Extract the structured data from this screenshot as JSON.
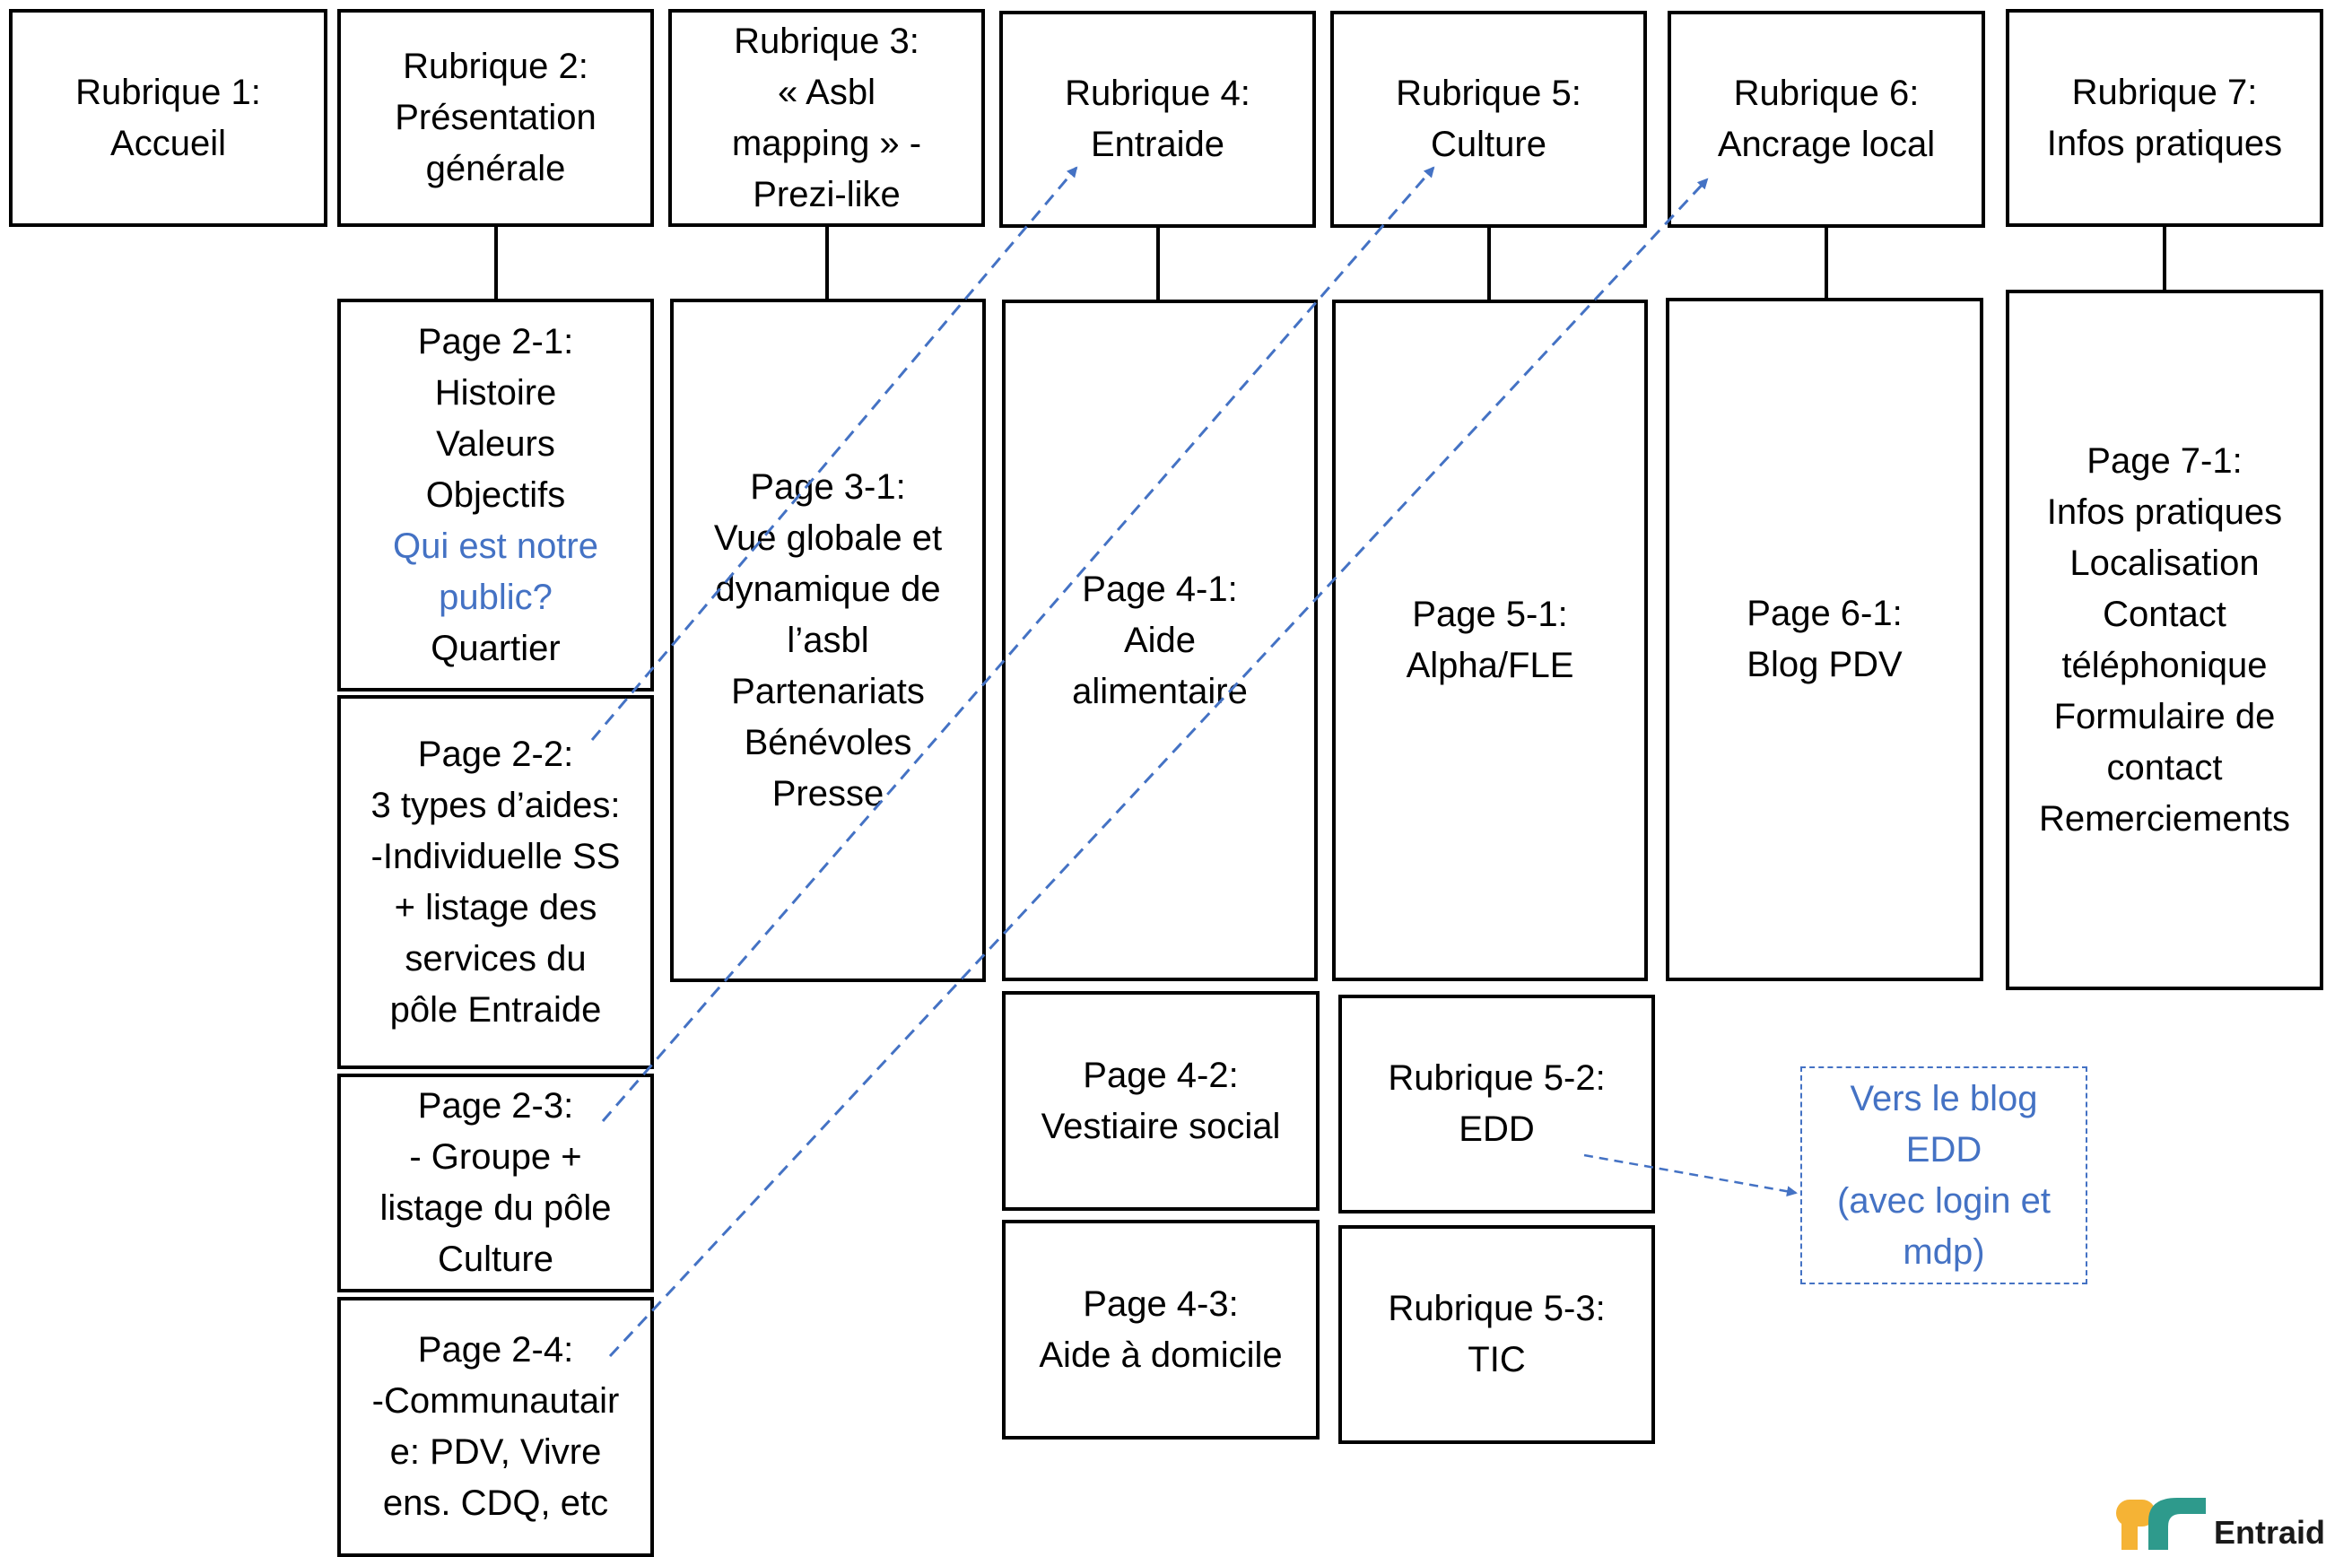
{
  "rubriques": [
    {
      "lines": [
        "Rubrique 1:",
        "Accueil"
      ]
    },
    {
      "lines": [
        "Rubrique 2:",
        "Présentation",
        "générale"
      ]
    },
    {
      "lines": [
        "Rubrique 3:",
        "« Asbl",
        "mapping » -",
        "Prezi-like"
      ]
    },
    {
      "lines": [
        "Rubrique 4:",
        "Entraide"
      ]
    },
    {
      "lines": [
        "Rubrique 5:",
        "Culture"
      ]
    },
    {
      "lines": [
        "Rubrique 6:",
        "Ancrage local"
      ]
    },
    {
      "lines": [
        "Rubrique 7:",
        "Infos pratiques"
      ]
    }
  ],
  "pages": {
    "p2_1": {
      "lines": [
        "Page 2-1:",
        "Histoire",
        "Valeurs",
        "Objectifs",
        "Qui est notre",
        "public?",
        "Quartier"
      ]
    },
    "p2_2": {
      "lines": [
        "Page 2-2:",
        "3 types d’aides:",
        "-Individuelle SS",
        "+ listage des",
        "services du",
        "pôle Entraide"
      ]
    },
    "p2_3": {
      "lines": [
        "Page 2-3:",
        "- Groupe +",
        "listage du pôle",
        "Culture"
      ]
    },
    "p2_4": {
      "lines": [
        "Page 2-4:",
        "-Communautair",
        "e: PDV, Vivre",
        "ens. CDQ, etc"
      ]
    },
    "p3_1": {
      "lines": [
        "Page 3-1:",
        "Vue globale et",
        "dynamique de",
        "l’asbl",
        "Partenariats",
        "Bénévoles",
        "Presse"
      ]
    },
    "p4_1": {
      "lines": [
        "Page 4-1:",
        "Aide",
        "alimentaire"
      ]
    },
    "p4_2": {
      "lines": [
        "Page 4-2:",
        "Vestiaire social"
      ]
    },
    "p4_3": {
      "lines": [
        "Page 4-3:",
        "Aide à domicile"
      ]
    },
    "p5_1": {
      "lines": [
        "Page 5-1:",
        "Alpha/FLE"
      ]
    },
    "p5_2": {
      "lines": [
        "Rubrique 5-2:",
        "EDD"
      ]
    },
    "p5_3": {
      "lines": [
        "Rubrique 5-3:",
        "TIC"
      ]
    },
    "p6_1": {
      "lines": [
        "Page 6-1:",
        "Blog PDV"
      ]
    },
    "p7_1": {
      "lines": [
        "Page 7-1:",
        "Infos pratiques",
        "Localisation",
        "Contact",
        "téléphonique",
        "Formulaire de",
        "contact",
        "Remerciements"
      ]
    }
  },
  "blog_note": {
    "lines": [
      "Vers le blog",
      "EDD",
      "(avec login et",
      "mdp)"
    ]
  },
  "logo": {
    "text": "Entraid",
    "colors": [
      "#f5b335",
      "#2e9a8c"
    ]
  },
  "colors": {
    "border": "#000000",
    "accent_blue": "#4472c4",
    "text": "#000000"
  }
}
